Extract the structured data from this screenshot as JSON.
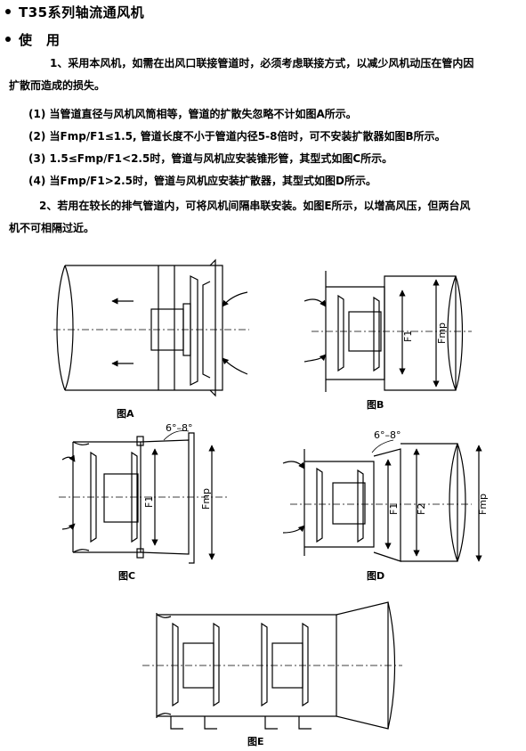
{
  "headings": {
    "title": "T35系列轴流通风机",
    "usage": "使　用"
  },
  "paragraphs": {
    "p1_line1": "1、采用本风机，如需在出风口联接管道时，必须考虑联接方式，以减少风机动压在管内因",
    "p1_line2": "扩散而造成的损失。",
    "item1": "(1) 当管道直径与风机风筒相等，管道的扩散失忽略不计如图A所示。",
    "item2": "(2) 当Fmp/F1≤1.5, 管道长度不小于管道内径5-8倍时，可不安装扩散器如图B所示。",
    "item3": "(3) 1.5≤Fmp/F1<2.5时，管道与风机应安装锥形管，其型式如图C所示。",
    "item4": "(4) 当Fmp/F1>2.5时，管道与风机应安装扩散器，其型式如图D所示。",
    "p2_line1": "2、若用在较长的排气管道内，可将风机间隔串联安装。如图E所示，以增高风压，但两台风",
    "p2_line2": "机不可相隔过近。"
  },
  "figures": {
    "a_caption": "图A",
    "b_caption": "图B",
    "c_caption": "图C",
    "d_caption": "图D",
    "e_caption": "图E",
    "angle_label": "6°–8°",
    "f1_label": "F1",
    "f2_label": "F2",
    "fmp_label": "Fmp"
  }
}
